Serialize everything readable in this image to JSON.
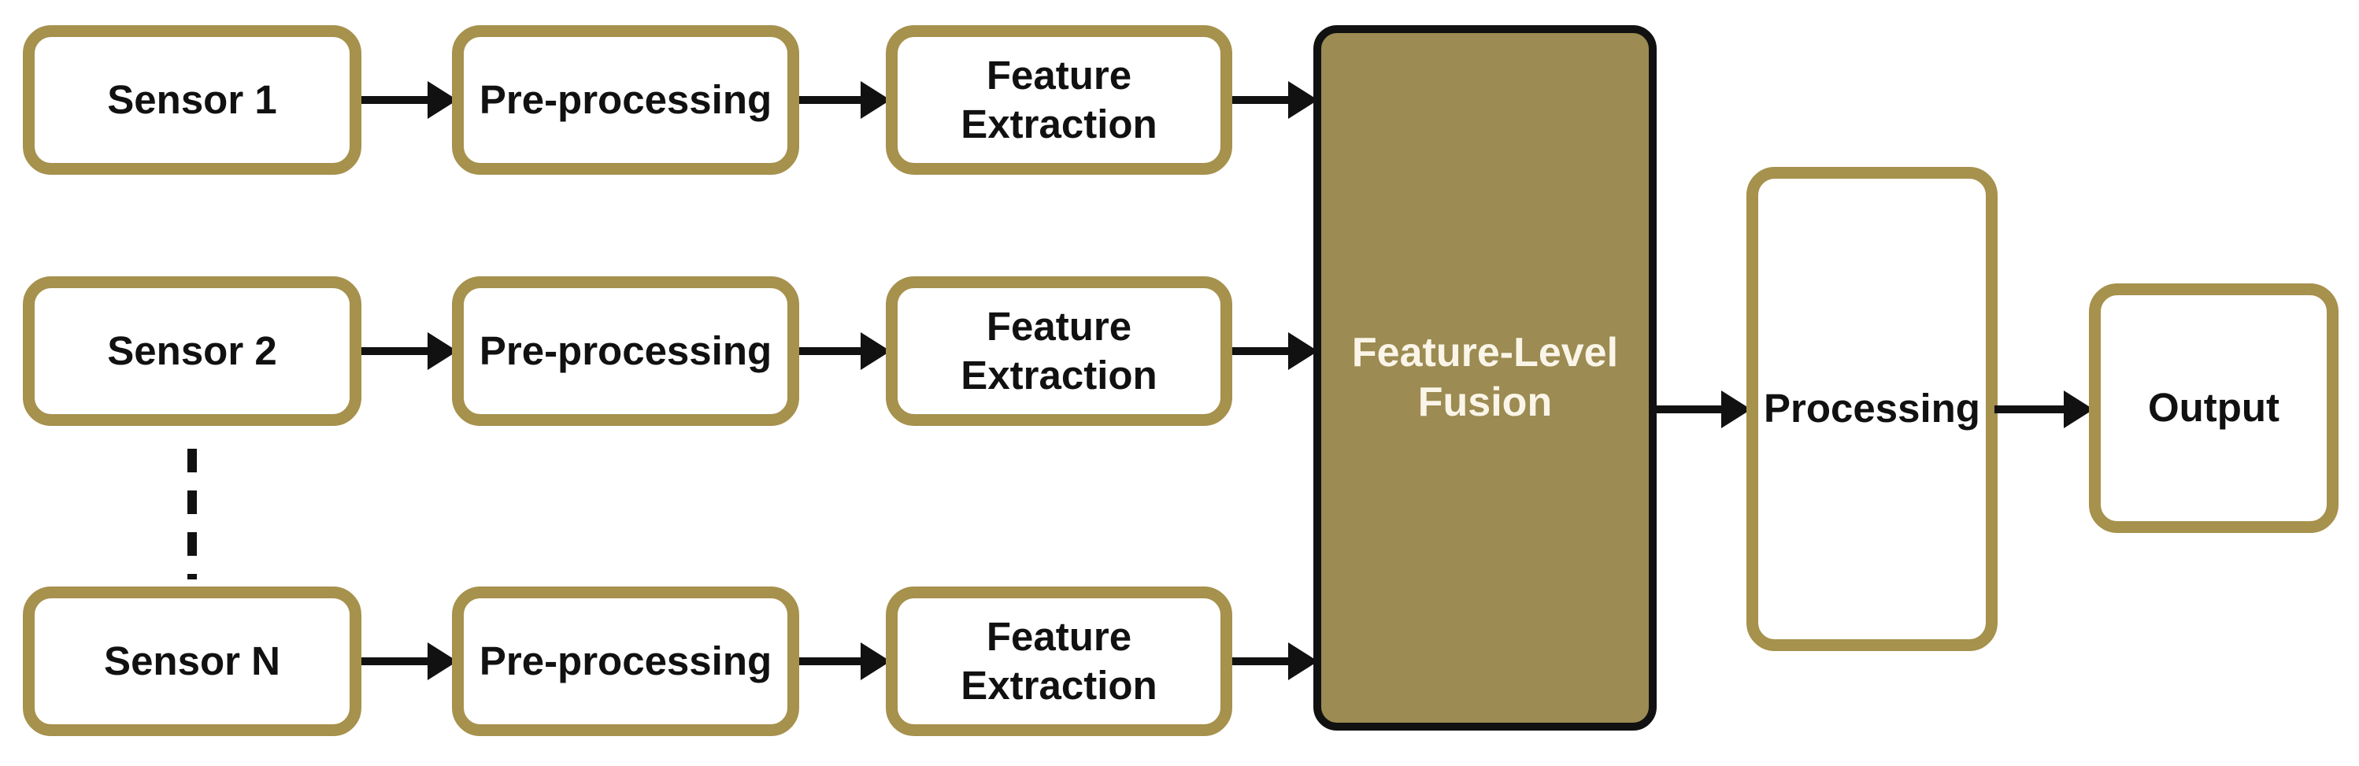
{
  "palette": {
    "gold_border": "#A6914D",
    "fusion_fill": "#9C8B52",
    "fusion_border": "#111111",
    "fusion_text": "#FAF5E8",
    "node_text": "#111111",
    "arrow_color": "#111111",
    "background": "#FFFFFF"
  },
  "diagram": {
    "rows": [
      {
        "sensor": "Sensor 1",
        "preprocessing": "Pre-processing",
        "feature_line1": "Feature",
        "feature_line2": "Extraction"
      },
      {
        "sensor": "Sensor 2",
        "preprocessing": "Pre-processing",
        "feature_line1": "Feature",
        "feature_line2": "Extraction"
      },
      {
        "sensor": "Sensor N",
        "preprocessing": "Pre-processing",
        "feature_line1": "Feature",
        "feature_line2": "Extraction"
      }
    ],
    "fusion": {
      "line1": "Feature-Level",
      "line2": "Fusion"
    },
    "processing": {
      "label": "Processing"
    },
    "output": {
      "label": "Output"
    }
  }
}
